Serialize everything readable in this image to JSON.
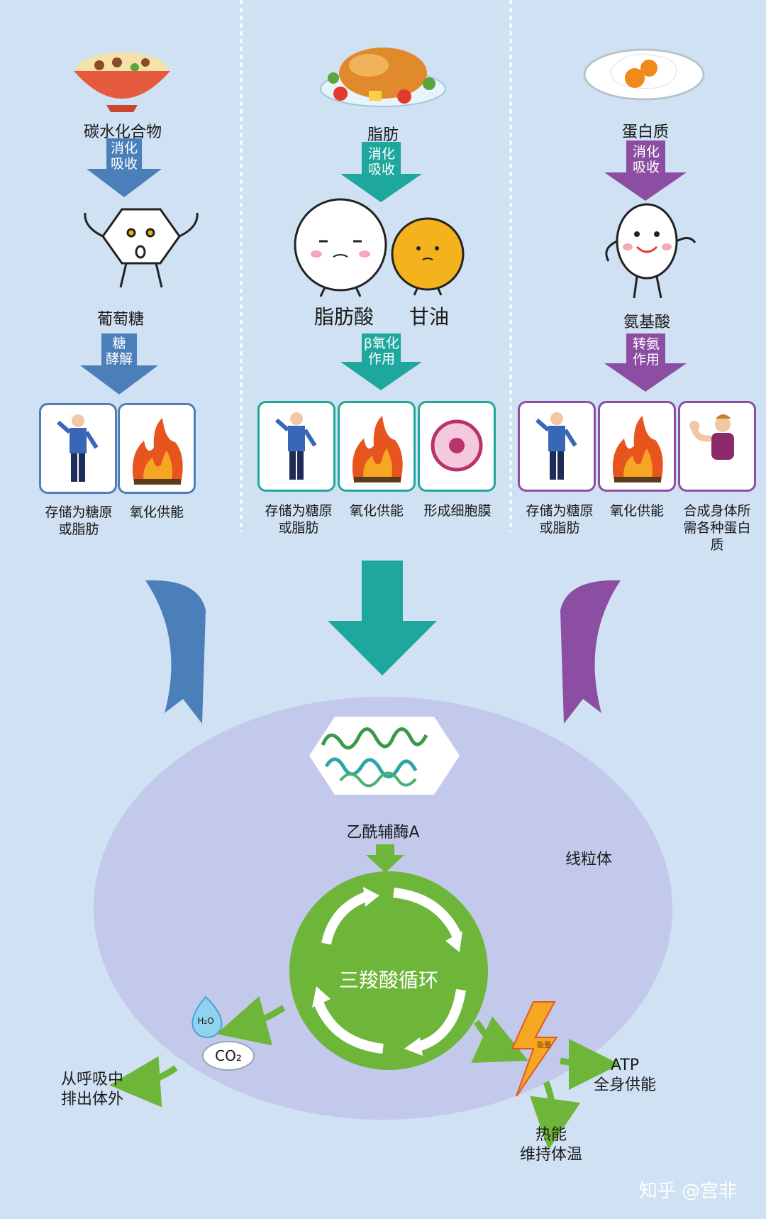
{
  "colors": {
    "background": "#cfe1f2",
    "carbohydrate_path": "#4b7fb9",
    "fat_path": "#1ea79d",
    "protein_path": "#8c4ea3",
    "mitochondria": "#c2c9eb",
    "tca_cycle": "#6db63a",
    "energy_bolt": "#f5a623"
  },
  "carbohydrate": {
    "title": "碳水化合物",
    "arrow_label": [
      "消化",
      "吸收"
    ],
    "product": "葡萄糖",
    "process_label": [
      "糖",
      "酵解"
    ],
    "uses": [
      "存储为糖原\n或脂肪",
      "氧化供能"
    ]
  },
  "fat": {
    "title": "脂肪",
    "arrow_label": [
      "消化",
      "吸收"
    ],
    "product_1": "脂肪酸",
    "product_2": "甘油",
    "process_label": [
      "β氧化",
      "作用"
    ],
    "uses": [
      "存储为糖原\n或脂肪",
      "氧化供能",
      "形成细胞膜"
    ]
  },
  "protein": {
    "title": "蛋白质",
    "arrow_label": [
      "消化",
      "吸收"
    ],
    "product": "氨基酸",
    "process_label": [
      "转氨",
      "作用"
    ],
    "uses": [
      "存储为糖原\n或脂肪",
      "氧化供能",
      "合成身体所\n需各种蛋白\n质"
    ]
  },
  "mitochondria": {
    "label": "线粒体",
    "acetyl_coa": "乙酰辅酶A",
    "tca_cycle": "三羧酸循环",
    "h2o": "H₂O",
    "co2": "CO₂",
    "exhale": [
      "从呼吸中",
      "排出体外"
    ],
    "atp": [
      "ATP",
      "全身供能"
    ],
    "heat": [
      "热能",
      "维持体温"
    ],
    "bolt_text": "能量"
  },
  "watermark": "知乎 @宫非",
  "icons": [
    "rice-bowl-icon",
    "roast-chicken-icon",
    "fried-egg-icon",
    "glucose-character-icon",
    "fatty-acid-character-icon",
    "glycerol-character-icon",
    "amino-acid-character-icon",
    "man-standing-icon",
    "fire-icon",
    "cell-icon",
    "flexing-woman-icon",
    "protein-molecule-icon",
    "water-drop-icon",
    "co2-cloud-icon",
    "lightning-bolt-icon"
  ]
}
